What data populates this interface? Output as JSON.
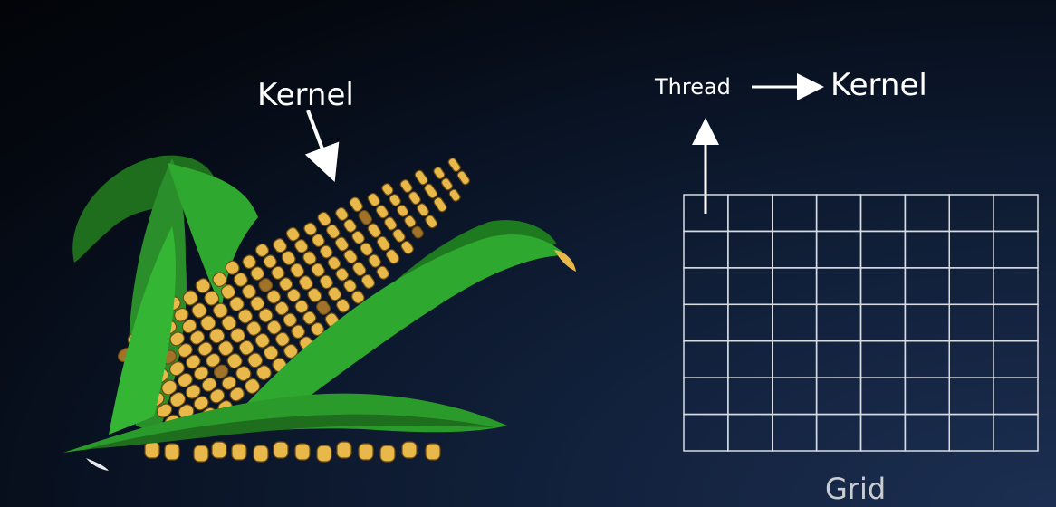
{
  "left_panel": {
    "corn_label": "Kernel"
  },
  "right_panel": {
    "thread_label": "Thread",
    "kernel_label": "Kernel",
    "grid_label": "Grid",
    "grid": {
      "rows": 7,
      "columns": 8
    }
  },
  "colors": {
    "background_dark": "#020408",
    "background_accent": "#1c2f52",
    "leaf_green": "#2fa82f",
    "leaf_dark": "#1e6e1e",
    "kernel_yellow": "#e8b84a",
    "kernel_outline": "#6b4b12",
    "grid_line": "#d8dce2",
    "text": "#ffffff"
  }
}
